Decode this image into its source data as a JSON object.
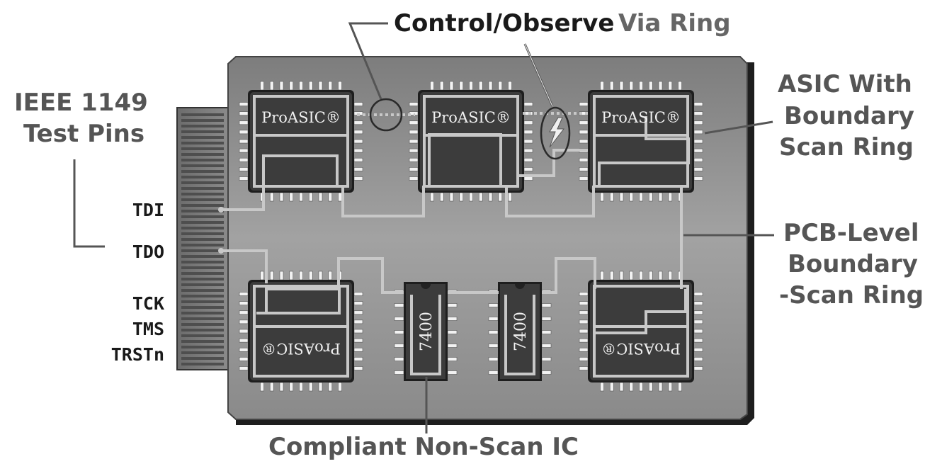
{
  "title_dark": "Control/Observe",
  "title_light": "Via Ring",
  "left_label": [
    "IEEE 1149",
    "Test Pins"
  ],
  "right_label_top": [
    "ASIC With",
    "Boundary",
    "Scan Ring"
  ],
  "right_label_mid": [
    "PCB-Level",
    "Boundary",
    "-Scan Ring"
  ],
  "bottom_label": "Compliant Non-Scan IC",
  "pins": [
    "TDI",
    "TDO",
    "TCK",
    "TMS",
    "TRSTn"
  ],
  "chip_label": "ProASIC®",
  "ic_label": "7400",
  "colors": {
    "text_dark": "#1a1a1a",
    "text_gray": "#555555",
    "board": "#8c8c8c",
    "chip": "#3c3c3c",
    "trace": "#c8c8c8"
  },
  "icons": {
    "signal": "lightning-bolt-icon"
  }
}
